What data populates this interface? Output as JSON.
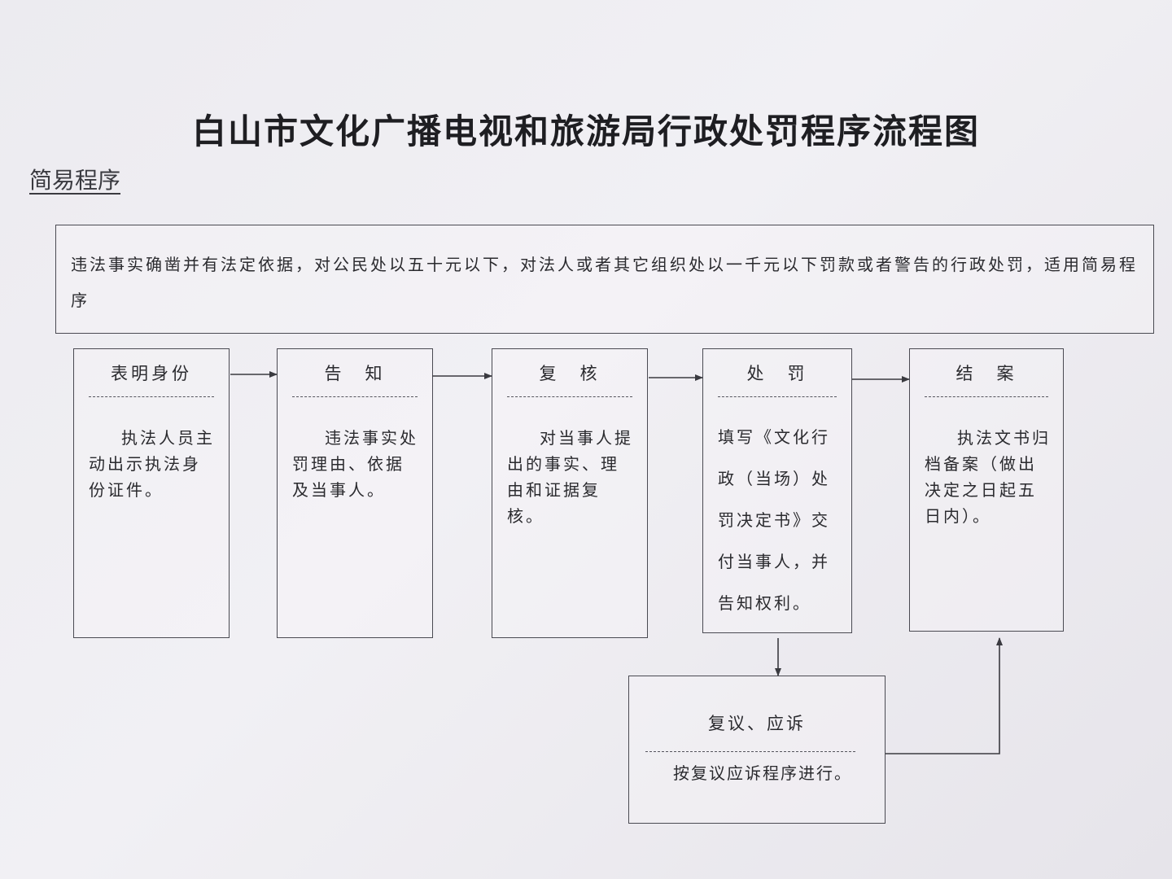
{
  "title": "白山市文化广播电视和旅游局行政处罚程序流程图",
  "subtitle": "简易程序",
  "intro": "违法事实确凿并有法定依据，对公民处以五十元以下，对法人或者其它组织处以一千元以下罚款或者警告的行政处罚，适用简易程序",
  "steps": [
    {
      "title": "表明身份",
      "body": "执法人员主动出示执法身份证件。"
    },
    {
      "title": "告　知",
      "body": "违法事实处罚理由、依据及当事人。"
    },
    {
      "title": "复　核",
      "body": "对当事人提出的事实、理由和证据复核。"
    },
    {
      "title": "处　罚",
      "body": "填写《文化行政（当场）处罚决定书》交付当事人，并告知权利。"
    },
    {
      "title": "结　案",
      "body": "执法文书归档备案（做出决定之日起五日内）。"
    }
  ],
  "review": {
    "title": "复议、应诉",
    "body": "按复议应诉程序进行。"
  }
}
